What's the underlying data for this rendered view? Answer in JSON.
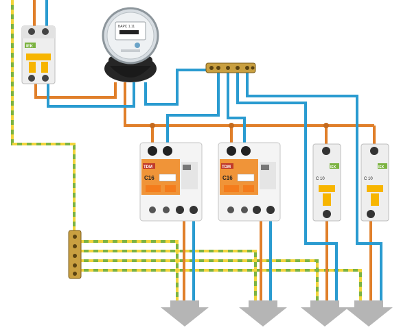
{
  "colors": {
    "phase": "#e07f2a",
    "neutral": "#2a9bd0",
    "earth_green": "#7cb342",
    "earth_yellow": "#f2d43c",
    "module": "#f4f4f4",
    "handle_orange": "#f08a24",
    "handle_yellow": "#f7b500",
    "meter_body": "#d7dde2",
    "meter_base": "#262626",
    "arrow": "#b5b5b5",
    "busbar": "#c9a041"
  },
  "labels": {
    "main_breaker_brand": "IEK",
    "meter_display": "БАРС 1.11",
    "rcbo1_brand": "TDM",
    "rcbo1_rating": "C16",
    "rcbo2_brand": "TDM",
    "rcbo2_rating": "C16",
    "mcb1_brand": "IEK",
    "mcb1_rating": "C 10",
    "mcb2_brand": "IEK",
    "mcb2_rating": "C 10"
  },
  "icons": {
    "outlet_arrow": "down-arrow-icon",
    "meter_dial": "meter-disc-icon"
  }
}
